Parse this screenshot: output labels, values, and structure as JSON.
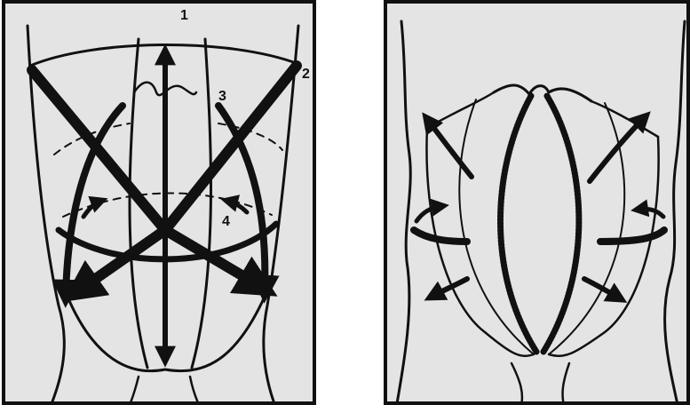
{
  "figure": {
    "left_panel": {
      "callouts": [
        {
          "label": "1"
        },
        {
          "label": "2"
        },
        {
          "label": "3"
        },
        {
          "label": "4"
        }
      ]
    },
    "right_panel": {}
  },
  "colors": {
    "background": "#e4e4e4",
    "ink": "#111111",
    "frame": "#111111"
  }
}
